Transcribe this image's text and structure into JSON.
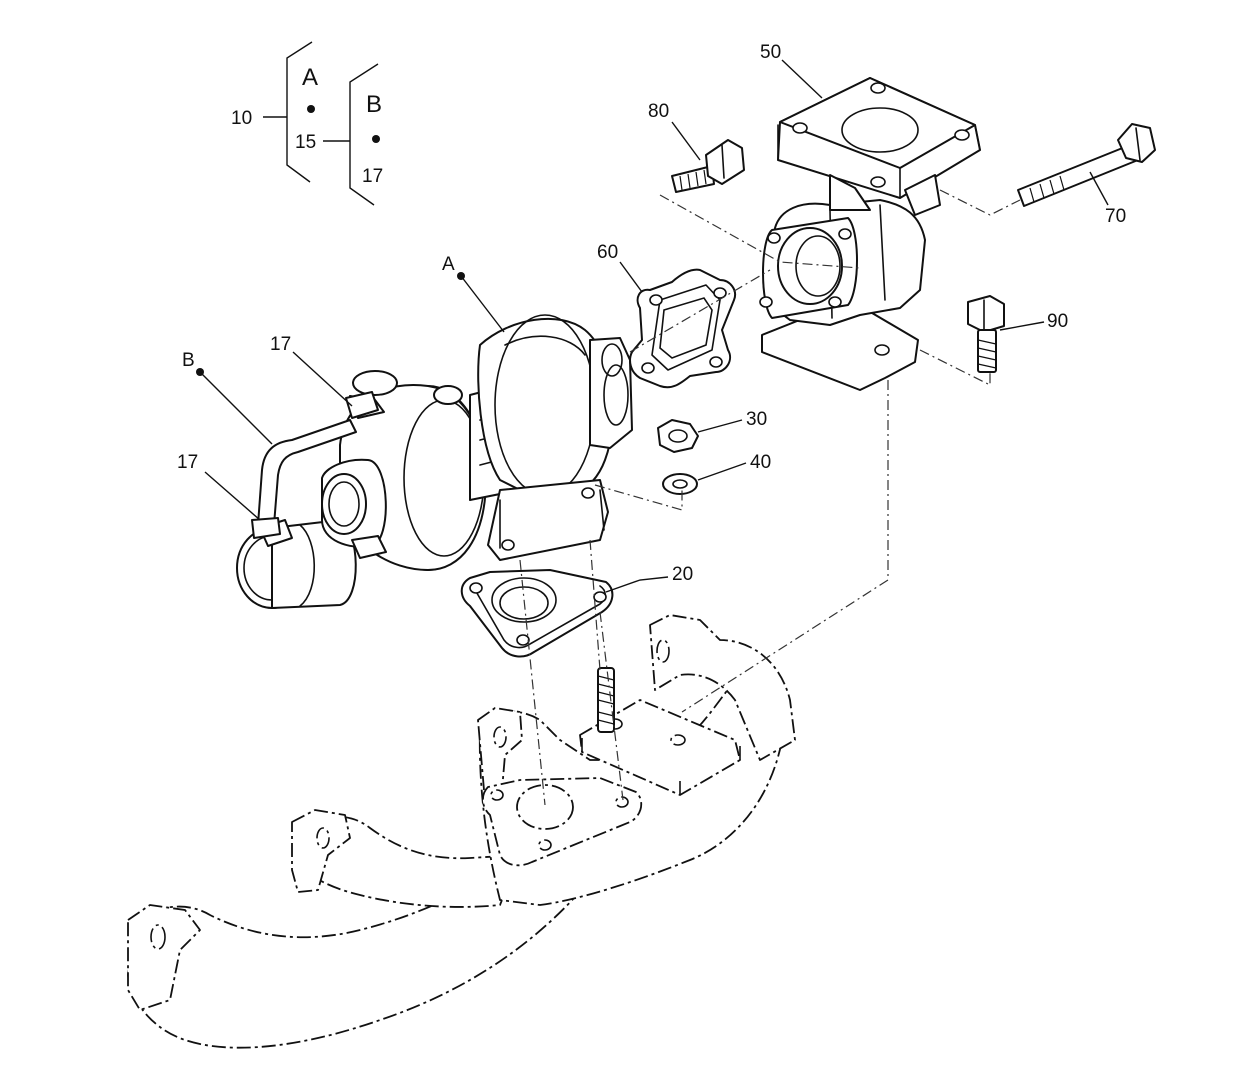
{
  "legend": {
    "ref_a": "A",
    "ref_b": "B",
    "callout_10": "10",
    "callout_15": "15",
    "callout_17": "17"
  },
  "callouts": {
    "c20": "20",
    "c30": "30",
    "c40": "40",
    "c50": "50",
    "c60": "60",
    "c70": "70",
    "c80": "80",
    "c90": "90",
    "c17_upper": "17",
    "c17_lower": "17",
    "ref_a": "A",
    "ref_b": "B"
  }
}
